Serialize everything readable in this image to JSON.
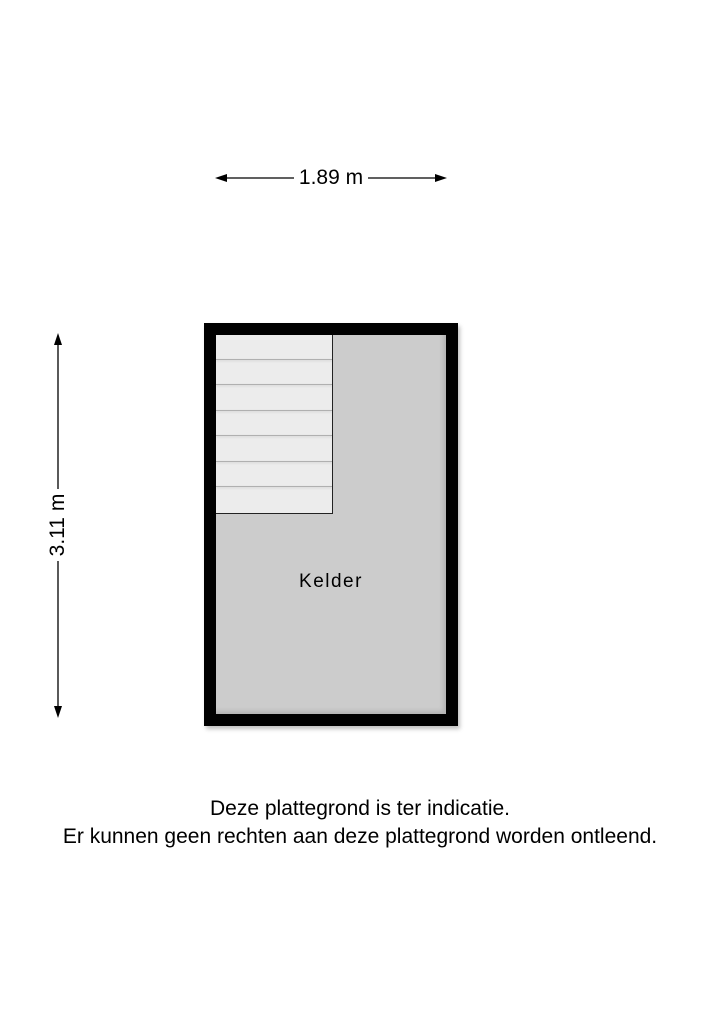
{
  "floorplan": {
    "dimensions": {
      "width": "1.89 m",
      "height": "3.11 m"
    },
    "rooms": [
      {
        "label": "Kelder"
      }
    ],
    "stairs": {
      "steps": 7
    }
  },
  "colors": {
    "wall": "#000000",
    "floor": "#cccccc",
    "stairs": "#ececec",
    "background": "#ffffff"
  },
  "disclaimer": {
    "line1": "Deze plattegrond is ter indicatie.",
    "line2": "Er kunnen geen rechten aan deze plattegrond worden ontleend."
  }
}
